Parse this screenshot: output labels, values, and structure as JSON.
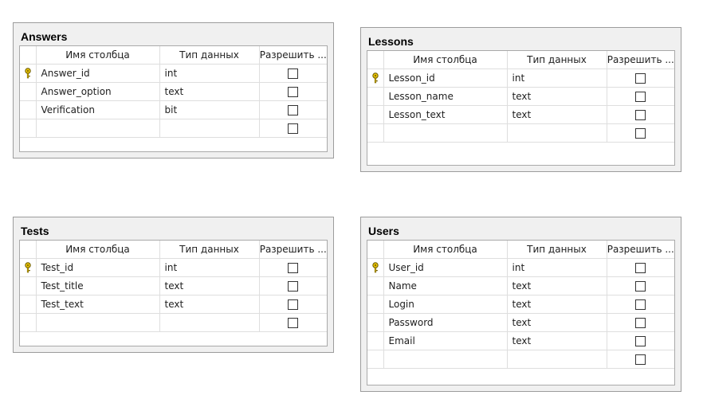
{
  "columns_header": {
    "name": "Имя столбца",
    "type": "Тип данных",
    "allow": "Разрешить ..."
  },
  "tables": [
    {
      "title": "Answers",
      "rows": [
        {
          "name": "Answer_id",
          "type": "int",
          "key": true
        },
        {
          "name": "Answer_option",
          "type": "text",
          "key": false
        },
        {
          "name": "Verification",
          "type": "bit",
          "key": false
        },
        {
          "name": "",
          "type": "",
          "key": false
        }
      ]
    },
    {
      "title": "Lessons",
      "rows": [
        {
          "name": "Lesson_id",
          "type": "int",
          "key": true
        },
        {
          "name": "Lesson_name",
          "type": "text",
          "key": false
        },
        {
          "name": "Lesson_text",
          "type": "text",
          "key": false
        },
        {
          "name": "",
          "type": "",
          "key": false
        }
      ]
    },
    {
      "title": "Tests",
      "rows": [
        {
          "name": "Test_id",
          "type": "int",
          "key": true
        },
        {
          "name": "Test_title",
          "type": "text",
          "key": false
        },
        {
          "name": "Test_text",
          "type": "text",
          "key": false
        },
        {
          "name": "",
          "type": "",
          "key": false
        }
      ]
    },
    {
      "title": "Users",
      "rows": [
        {
          "name": "User_id",
          "type": "int",
          "key": true
        },
        {
          "name": "Name",
          "type": "text",
          "key": false
        },
        {
          "name": "Login",
          "type": "text",
          "key": false
        },
        {
          "name": "Password",
          "type": "text",
          "key": false
        },
        {
          "name": "Email",
          "type": "text",
          "key": false
        },
        {
          "name": "",
          "type": "",
          "key": false
        }
      ]
    }
  ]
}
